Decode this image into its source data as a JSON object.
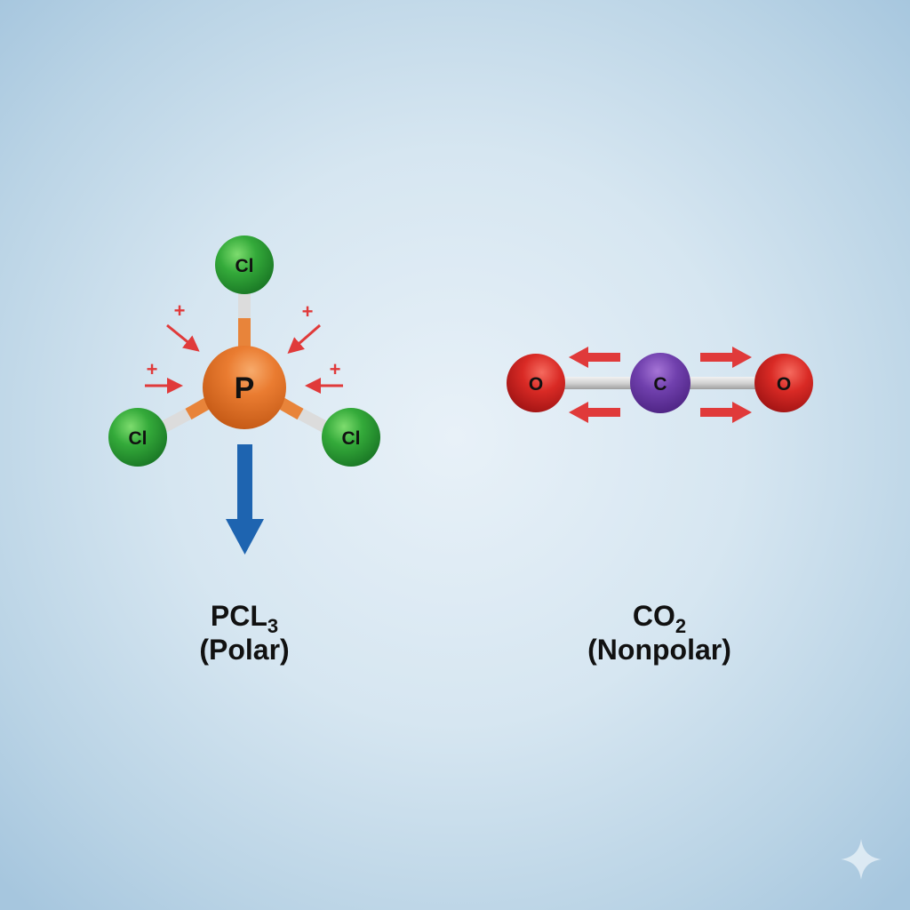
{
  "colors": {
    "chlorine": "#2ea83a",
    "phosphorus": "#e5752a",
    "oxygen": "#d42424",
    "carbon": "#6a3aa2",
    "bond": "#d8d8d8",
    "partial_charge_arrow": "#e03a3a",
    "dipole_arrow": "#1e64b0",
    "background_center": "#e8f1f8",
    "background_edge": "#a6c6de"
  },
  "pcl3": {
    "central_atom": "P",
    "outer_atoms": [
      "Cl",
      "Cl",
      "Cl"
    ],
    "partial_charge_symbol": "+",
    "partial_charge_count": 4,
    "net_dipole": "down",
    "formula_main": "PCL",
    "formula_sub": "3",
    "polarity": "(Polar)"
  },
  "co2": {
    "central_atom": "C",
    "outer_atoms": [
      "O",
      "O"
    ],
    "dipole_arrows": [
      "left",
      "left",
      "right",
      "right"
    ],
    "formula_main": "CO",
    "formula_sub": "2",
    "polarity": "(Nonpolar)"
  },
  "watermark": {
    "icon": "sparkle-icon"
  }
}
